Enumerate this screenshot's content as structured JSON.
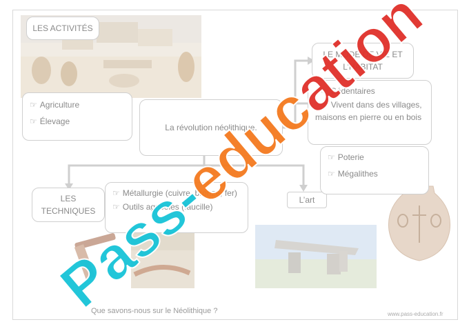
{
  "activities": {
    "title": "LES ACTIVITÉS",
    "items": [
      "Agriculture",
      "Élevage"
    ]
  },
  "center": {
    "title": "La révolution néolithique."
  },
  "habitat": {
    "title": "LE MODE DE VIE ET L’HABITAT",
    "items": [
      "Sédentaires",
      "Vivent dans des villages, maisons en pierre ou en bois"
    ]
  },
  "techniques": {
    "title": "LES TECHNIQUES",
    "items": [
      "Métallurgie (cuivre, bronze, fer)",
      "Outils agricoles (faucille)"
    ]
  },
  "art": {
    "title": "L’art",
    "items": [
      "Poterie",
      "Mégalithes"
    ]
  },
  "footer": {
    "question": "Que savons-nous sur le Néolithique ?",
    "site": "www.pass-education.fr"
  },
  "watermark": {
    "text": "Pass-education"
  },
  "icons": {
    "bullet": "pointing-hand-icon"
  },
  "colors": {
    "watermark_cyan": "#17c3d8",
    "watermark_orange": "#f47a1f",
    "watermark_red": "#e0302a"
  }
}
